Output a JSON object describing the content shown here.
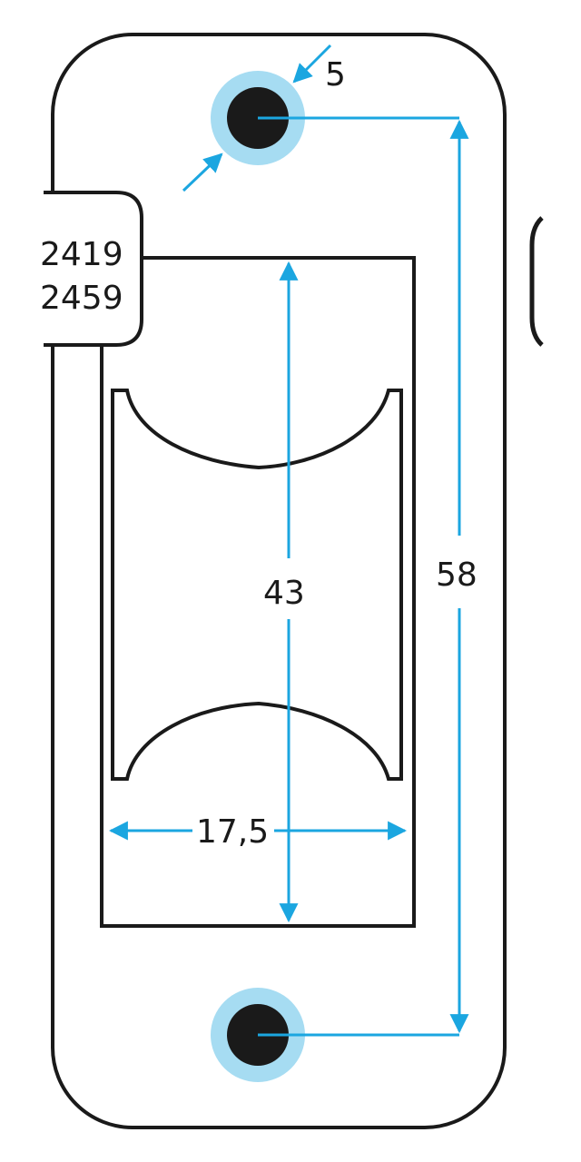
{
  "part_codes": [
    "2419",
    "2459"
  ],
  "dimensions": {
    "hole_diameter": "5",
    "hole_spacing": "58",
    "slot_length": "43",
    "slot_width": "17,5"
  },
  "colors": {
    "outline": "#1a1a1a",
    "dimension_line": "#1ba6e0",
    "hole_ring": "#a6dcf2",
    "hole_fill": "#1a1a1a"
  }
}
